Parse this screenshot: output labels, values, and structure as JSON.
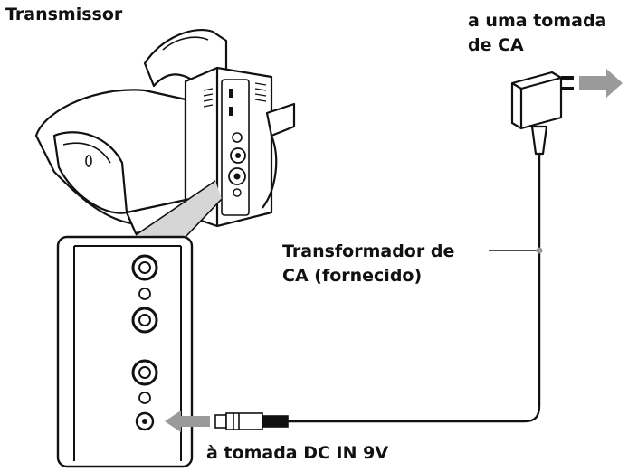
{
  "labels": {
    "transmitter": "Transmissor",
    "outlet_line1": "a uma tomada",
    "outlet_line2": "de CA",
    "adapter_line1": "Transformador de",
    "adapter_line2": "CA (fornecido)",
    "dc_in": "à tomada DC IN 9V"
  },
  "colors": {
    "line": "#111111",
    "arrow": "#9a9a9a",
    "device_fill": "#ffffff",
    "shade": "#d6d6d6"
  }
}
